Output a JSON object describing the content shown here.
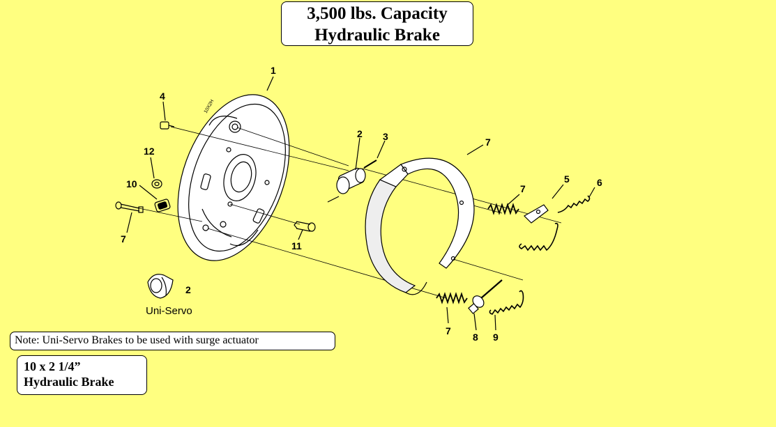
{
  "title": {
    "line1": "3,500 lbs. Capacity",
    "line2": "Hydraulic Brake"
  },
  "note": "Note: Uni-Servo Brakes to be used with surge actuator",
  "size": {
    "line1": "10 x 2 1/4”",
    "line2": "Hydraulic Brake"
  },
  "backing_plate_marking": "10X2H",
  "uni_servo_label": "Uni-Servo",
  "part_numbers": {
    "backing_plate": "1",
    "wheel_cylinder": "2",
    "bleeder_pin": "3",
    "bleeder_screw": "4",
    "adjuster_lever": "5",
    "retractor_spring": "6",
    "shoe": "7",
    "shoe_spring": "7",
    "hold_down_pin": "7",
    "lower_spring": "7",
    "adjuster": "8",
    "adjuster_spring": "9",
    "clip": "10",
    "bolt": "11",
    "nut": "12",
    "uni_servo_cylinder": "2"
  },
  "colors": {
    "background": "#FFFF80",
    "box_fill": "#FFFFFF",
    "ink": "#000000"
  }
}
